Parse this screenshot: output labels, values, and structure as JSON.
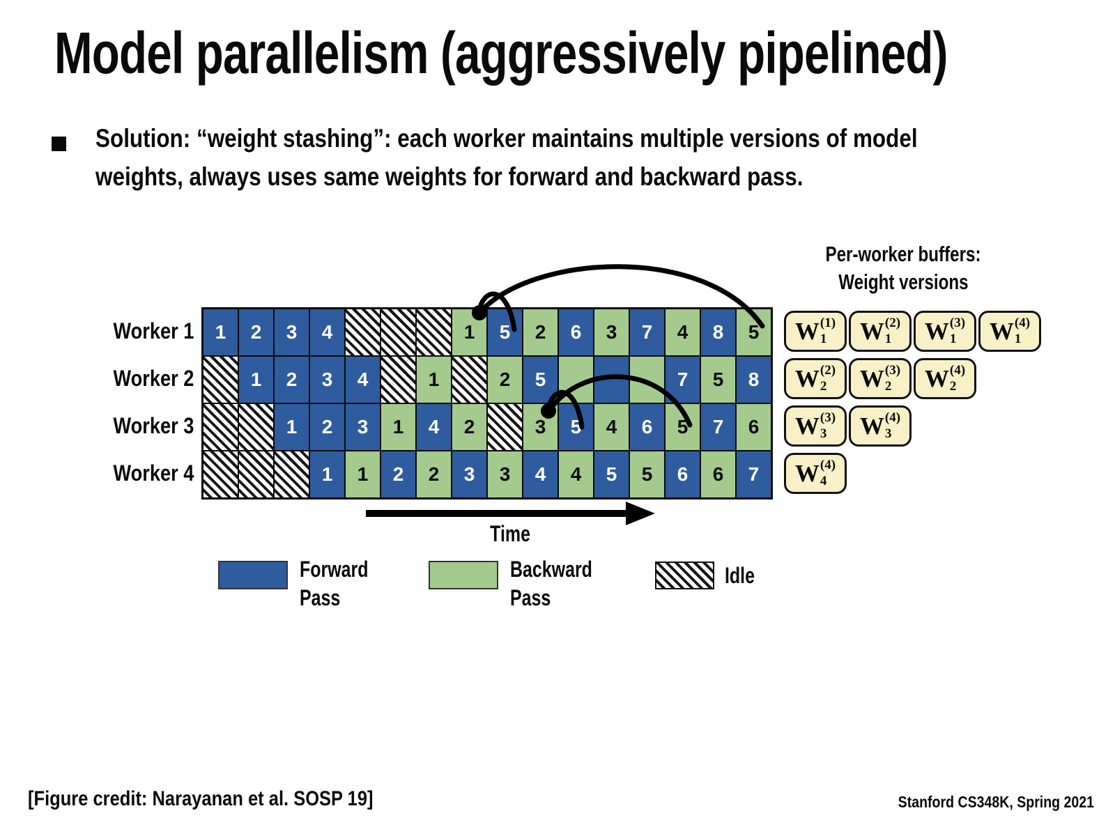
{
  "title": "Model parallelism (aggressively pipelined)",
  "bullet": {
    "lines": [
      "Solution: “weight stashing”: each worker maintains multiple versions of model",
      "weights, always uses same weights for forward and backward pass."
    ]
  },
  "buffers_panel": {
    "header_lines": [
      "Per-worker buffers:",
      "Weight versions"
    ],
    "base_symbol": "W"
  },
  "time_label": "Time",
  "legend": {
    "items": [
      {
        "type": "forward",
        "lines": [
          "Forward",
          "Pass"
        ]
      },
      {
        "type": "backward",
        "lines": [
          "Backward",
          "Pass"
        ]
      },
      {
        "type": "idle",
        "lines": [
          "Idle"
        ]
      }
    ]
  },
  "colors": {
    "forward_pass": "#2e5c9e",
    "backward_pass": "#a5ca8e",
    "buffer_fill": "#f8f0c6",
    "ink": "#0a0a0a"
  },
  "diagram": {
    "cell_types": {
      "F": "forward pass",
      "B": "backward pass",
      "I": "idle"
    },
    "rows": [
      {
        "label": "Worker 1",
        "cells": [
          "F1",
          "F2",
          "F3",
          "F4",
          "I",
          "I",
          "I",
          "B1",
          "F5",
          "B2",
          "F6",
          "B3",
          "F7",
          "B4",
          "F8",
          "B5"
        ],
        "buffers": [
          {
            "sub": "1",
            "sup": "(1)"
          },
          {
            "sub": "1",
            "sup": "(2)"
          },
          {
            "sub": "1",
            "sup": "(3)"
          },
          {
            "sub": "1",
            "sup": "(4)"
          }
        ]
      },
      {
        "label": "Worker 2",
        "cells": [
          "I",
          "F1",
          "F2",
          "F3",
          "F4",
          "I",
          "B1",
          "I",
          "B2",
          "F5",
          "B",
          "F",
          "B",
          "F7",
          "B5",
          "F8"
        ],
        "buffers": [
          {
            "sub": "2",
            "sup": "(2)"
          },
          {
            "sub": "2",
            "sup": "(3)"
          },
          {
            "sub": "2",
            "sup": "(4)"
          }
        ]
      },
      {
        "label": "Worker 3",
        "cells": [
          "I",
          "I",
          "F1",
          "F2",
          "F3",
          "B1",
          "F4",
          "B2",
          "I",
          "B3",
          "F5",
          "B4",
          "F6",
          "B5",
          "F7",
          "B6"
        ],
        "buffers": [
          {
            "sub": "3",
            "sup": "(3)"
          },
          {
            "sub": "3",
            "sup": "(4)"
          }
        ]
      },
      {
        "label": "Worker 4",
        "cells": [
          "I",
          "I",
          "I",
          "F1",
          "B1",
          "F2",
          "B2",
          "F3",
          "B3",
          "F4",
          "B4",
          "F5",
          "B5",
          "F6",
          "B6",
          "F7"
        ],
        "buffers": [
          {
            "sub": "4",
            "sup": "(4)"
          }
        ]
      }
    ]
  },
  "footer": {
    "left": "[Figure credit: Narayanan et al. SOSP 19]",
    "right": "Stanford CS348K, Spring 2021"
  }
}
